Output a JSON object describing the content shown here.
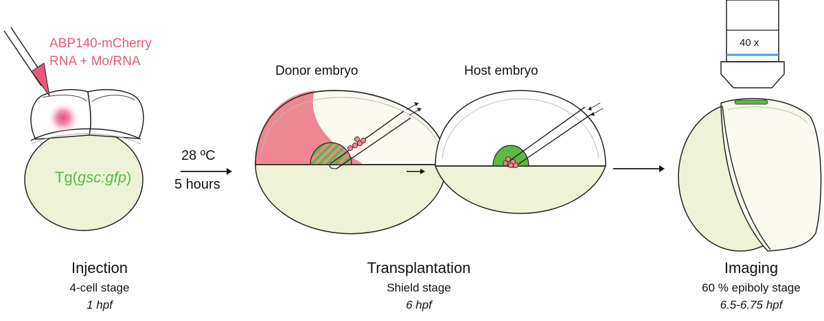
{
  "injection": {
    "reagent_line1": "ABP140-mCherry",
    "reagent_line2": "RNA + Mo/RNA",
    "transgenic_prefix": "Tg(",
    "transgenic_gene": "gsc:gfp",
    "transgenic_suffix": ")",
    "title": "Injection",
    "stage": "4-cell stage",
    "time": "1 hpf"
  },
  "incubation": {
    "temperature": "28 ºC",
    "duration": "5 hours"
  },
  "transplantation": {
    "donor_label": "Donor embryo",
    "host_label": "Host embryo",
    "title": "Transplantation",
    "stage": "Shield stage",
    "time": "6 hpf"
  },
  "imaging": {
    "objective": "40 x",
    "title": "Imaging",
    "stage": "60 % epiboly stage",
    "time": "6.5-6.75 hpf"
  },
  "colors": {
    "yolk": "#eef3d7",
    "pink": "#e8587c",
    "donor_pink": "#ee8791",
    "gfp_green": "#5bb944",
    "objective_blue": "#4a9fe0"
  }
}
